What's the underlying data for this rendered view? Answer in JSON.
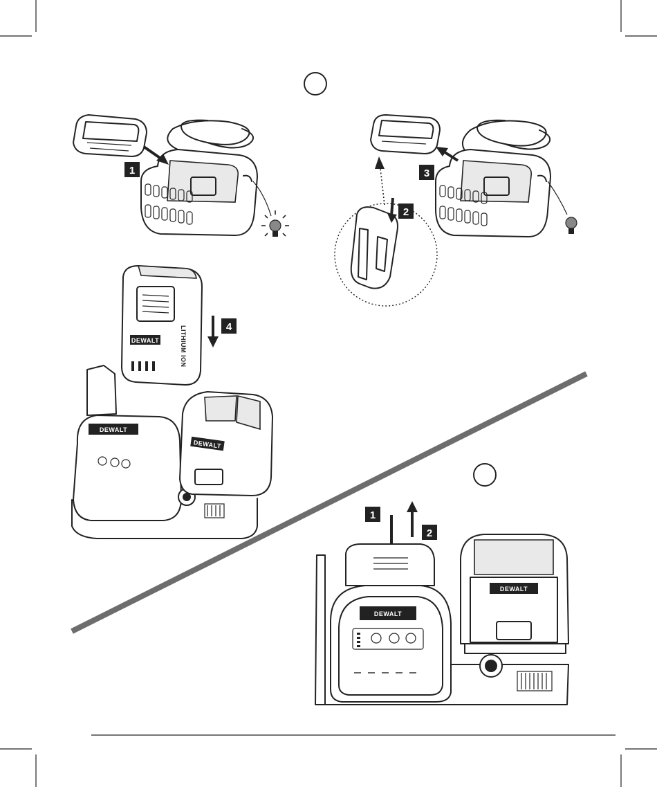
{
  "figure_top": {
    "callout_letter": "",
    "step_1": "1",
    "step_2": "2",
    "step_3": "3",
    "step_4": "4",
    "battery_brand": "DEWALT",
    "battery_text": "LITHIUM ION",
    "base_brand": "DEWALT",
    "laser_brand": "DEWALT"
  },
  "figure_bottom": {
    "callout_letter": "",
    "step_1": "1",
    "step_2": "2",
    "base_brand": "DEWALT",
    "laser_brand": "DEWALT"
  },
  "colors": {
    "ink": "#222222",
    "divider_band": "#6d6d6d",
    "lamp_on": "#888888"
  },
  "icons": [
    "lit-bulb-icon",
    "unlit-bulb-icon",
    "push-arrow-icon",
    "pull-arrow-icon"
  ]
}
